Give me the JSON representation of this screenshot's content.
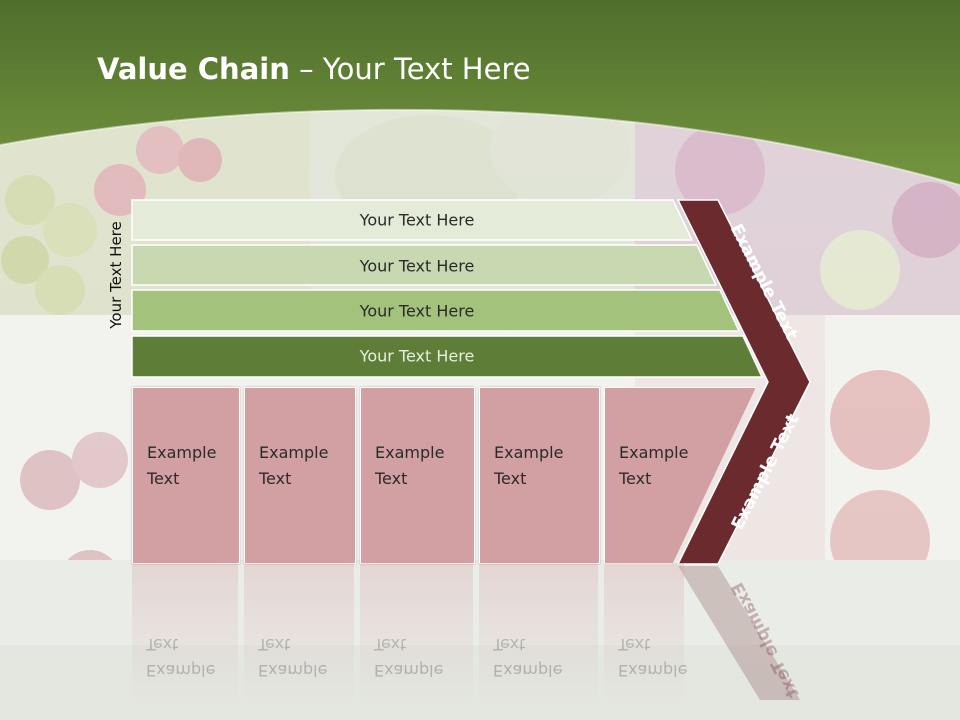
{
  "title": {
    "bold": "Value Chain",
    "rest": " – Your Text Here"
  },
  "side_label": "Your Text Here",
  "bars": [
    {
      "label": "Your Text Here"
    },
    {
      "label": "Your Text Here"
    },
    {
      "label": "Your Text Here"
    },
    {
      "label": "Your Text Here"
    }
  ],
  "boxes": [
    {
      "label": "Example\nText"
    },
    {
      "label": "Example\nText"
    },
    {
      "label": "Example\nText"
    },
    {
      "label": "Example\nText"
    },
    {
      "label": "Example\nText"
    }
  ],
  "chevron": {
    "top_label": "Example Text",
    "bottom_label": "Example Text"
  },
  "colors": {
    "header_green": "#6a8a3c",
    "bar1": "#e4ecd9",
    "bar2": "#c8d9b1",
    "bar3": "#a3c27c",
    "bar4": "#5e7e38",
    "box_pink": "#d29fa2",
    "chevron_maroon": "#6b2a2e"
  }
}
